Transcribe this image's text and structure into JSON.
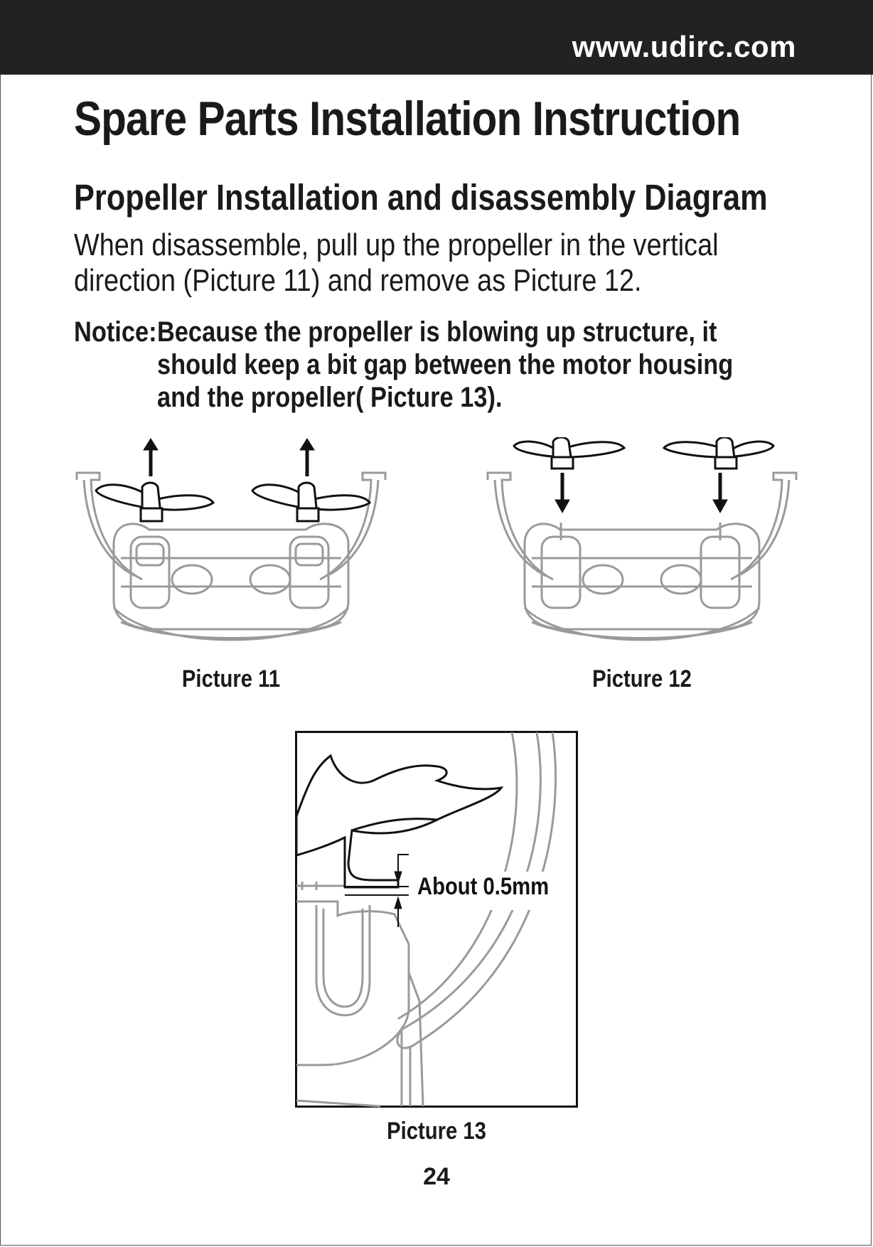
{
  "header": {
    "url": "www.udirc.com"
  },
  "title": "Spare Parts Installation Instruction",
  "section_title": "Propeller Installation and disassembly Diagram",
  "body_text": "When disassemble, pull up the propeller in the vertical direction (Picture 11) and remove as Picture 12.",
  "notice": {
    "label": "Notice:",
    "text": "Because the propeller is blowing up structure, it should keep a bit gap between the motor housing and the propeller( Picture 13)."
  },
  "figures": [
    {
      "caption": "Picture 11",
      "arrow_direction": "up"
    },
    {
      "caption": "Picture 12",
      "arrow_direction": "down"
    },
    {
      "caption": "Picture 13",
      "annotation": "About 0.5mm"
    }
  ],
  "page_number": "24",
  "colors": {
    "header_bg": "#222222",
    "header_text": "#ffffff",
    "line_art": "#9a9a9a",
    "ink": "#111111"
  }
}
